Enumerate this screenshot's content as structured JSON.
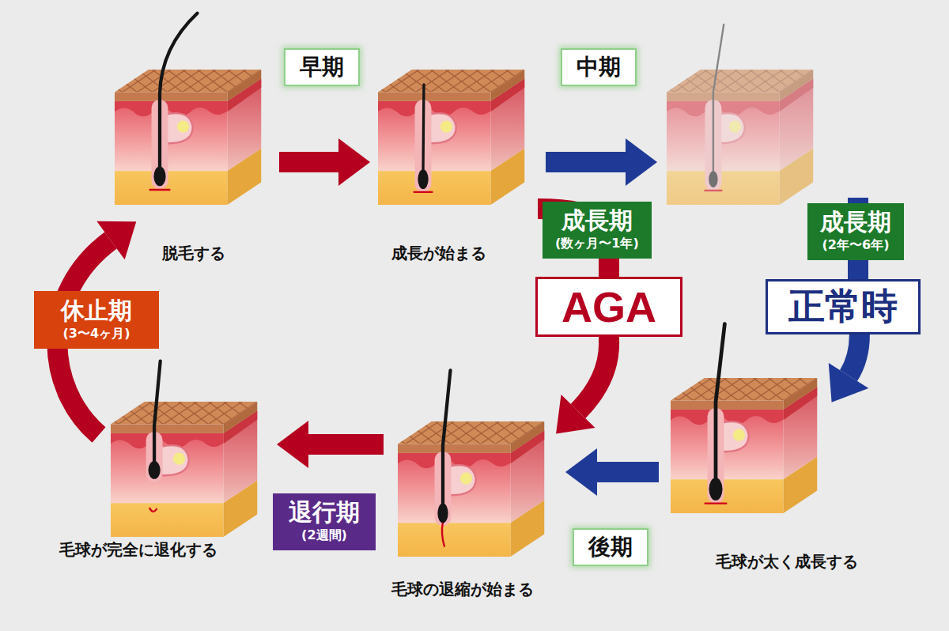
{
  "diagram": {
    "nodes": [
      {
        "text": [
          "脱毛する"
        ]
      },
      {
        "text": [
          "早期"
        ]
      },
      {
        "text": [
          "成長が始まる"
        ]
      },
      {
        "text": [
          "中期"
        ]
      },
      {
        "text": [
          "成長期",
          "(数ヶ月〜1年)"
        ]
      },
      {
        "text": [
          "AGA"
        ]
      },
      {
        "text": [
          "成長期",
          "(2年〜6年)"
        ]
      },
      {
        "text": [
          "正常時"
        ]
      },
      {
        "text": [
          "休止期",
          "(3〜4ヶ月)"
        ]
      },
      {
        "text": [
          "退行期",
          "(2週間)"
        ]
      },
      {
        "text": [
          "後期"
        ]
      },
      {
        "text": [
          "毛球が完全に退化する"
        ]
      },
      {
        "text": [
          "毛球の退縮が始まる"
        ]
      },
      {
        "text": [
          "毛球が太く成長する"
        ]
      }
    ],
    "edges": [
      {
        "from": 0,
        "to": 2,
        "arrow": "to"
      },
      {
        "from": 2,
        "to": 13,
        "arrow": "to"
      },
      {
        "from": 2,
        "to": 12,
        "arrow": "to"
      },
      {
        "from": 13,
        "to": 12,
        "arrow": "to"
      },
      {
        "from": 12,
        "to": 11,
        "arrow": "to"
      },
      {
        "from": 11,
        "to": 0,
        "arrow": "to"
      }
    ]
  }
}
